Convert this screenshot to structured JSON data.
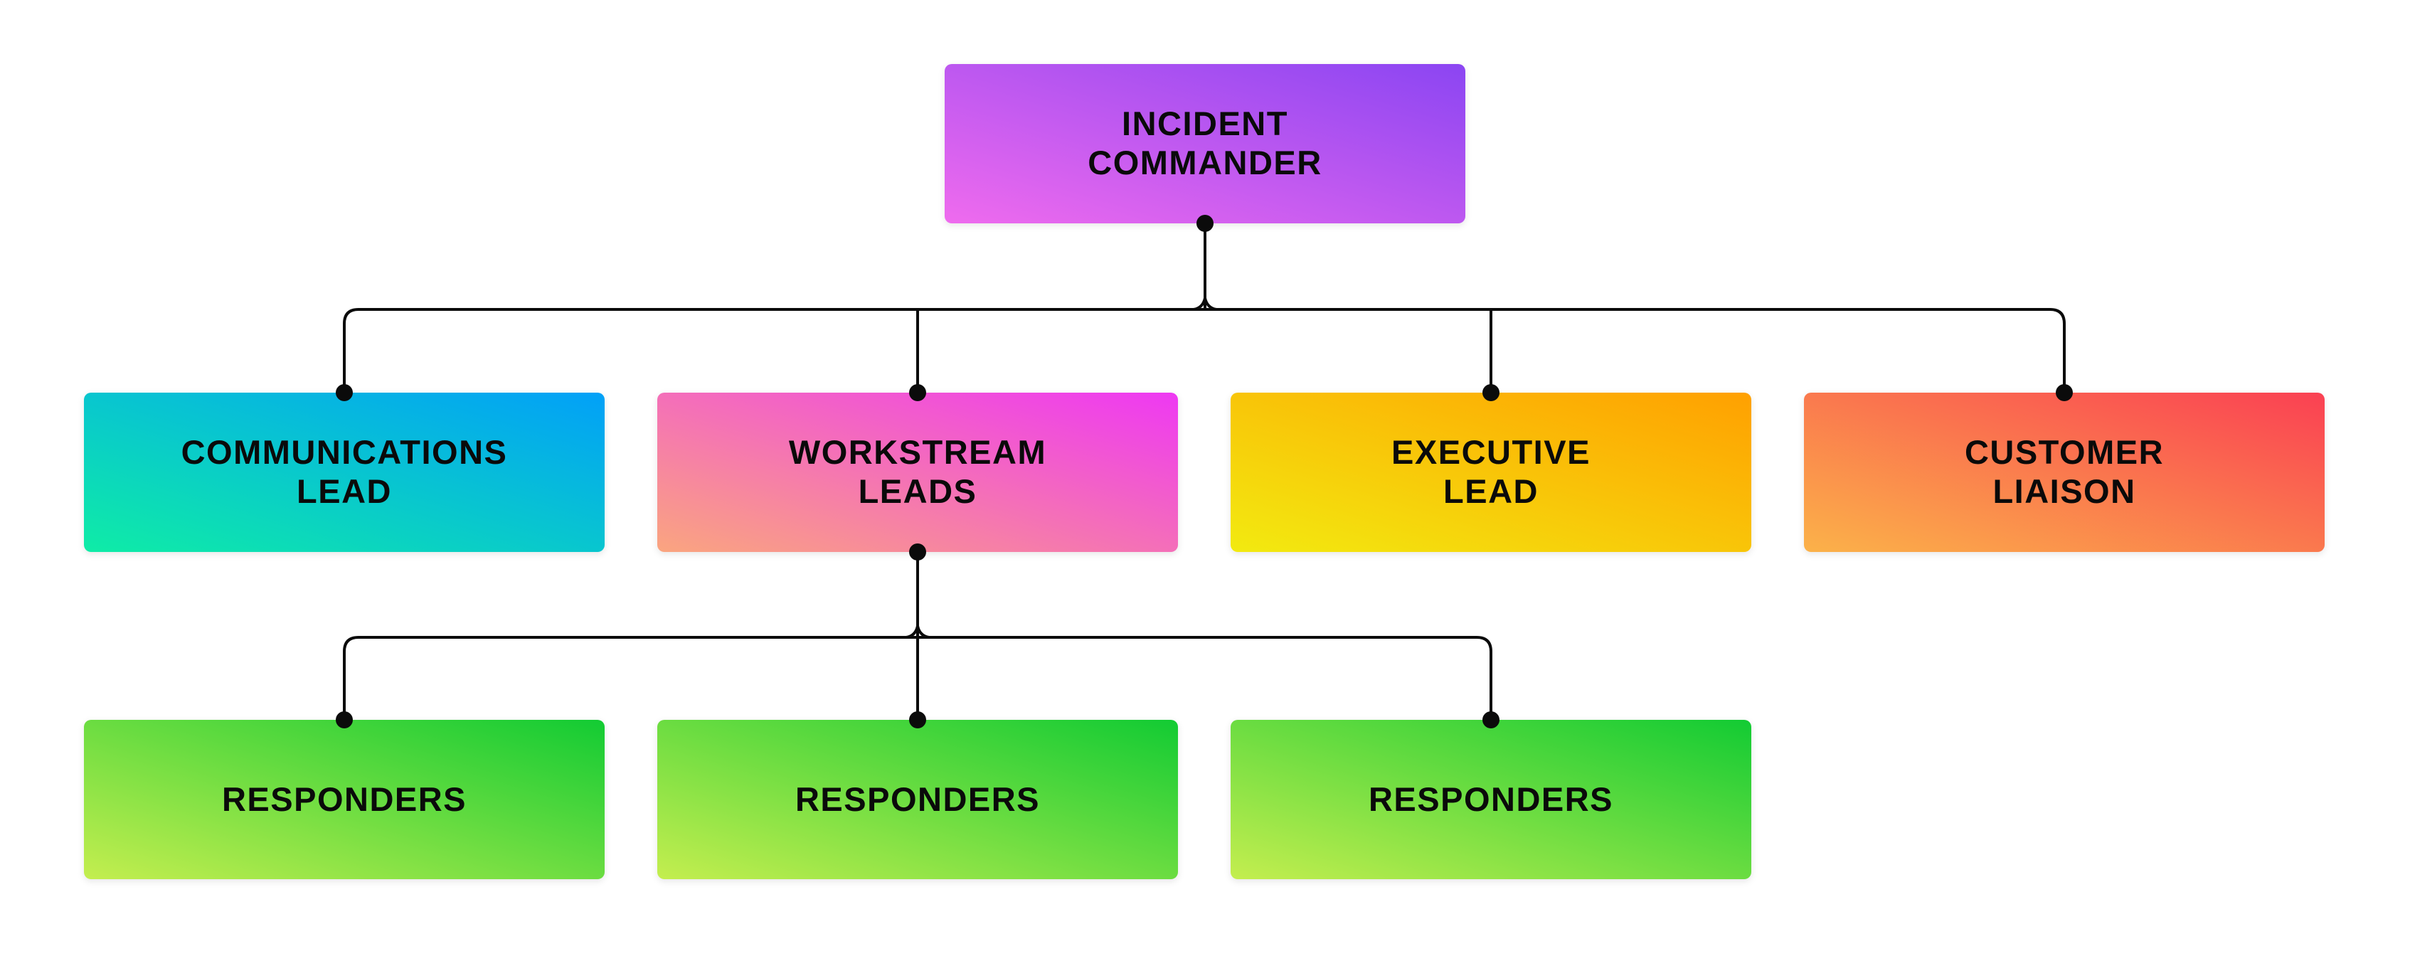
{
  "diagram": {
    "background": "#ffffff",
    "connector_color": "#0b0b0b",
    "dot_color": "#0b0b0b",
    "text_color": "#0a0a0a",
    "nodes": [
      {
        "id": "incident-commander",
        "label": "INCIDENT\nCOMMANDER",
        "level": "root",
        "gradient_from": "#ef6bee",
        "gradient_to": "#8b45f2"
      },
      {
        "id": "communications-lead",
        "label": "COMMUNICATIONS\nLEAD",
        "level": "lead",
        "gradient_from": "#0feca6",
        "gradient_to": "#02a0f8"
      },
      {
        "id": "workstream-leads",
        "label": "WORKSTREAM\nLEADS",
        "level": "lead",
        "gradient_from": "#faa57f",
        "gradient_to": "#ee38f3"
      },
      {
        "id": "executive-lead",
        "label": "EXECUTIVE\nLEAD",
        "level": "lead",
        "gradient_from": "#f2ea10",
        "gradient_to": "#ffa001"
      },
      {
        "id": "customer-liaison",
        "label": "CUSTOMER\nLIAISON",
        "level": "lead",
        "gradient_from": "#fbb249",
        "gradient_to": "#fa4053"
      },
      {
        "id": "responders-1",
        "label": "RESPONDERS",
        "level": "responder",
        "gradient_from": "#c4ee4f",
        "gradient_to": "#12cb33"
      },
      {
        "id": "responders-2",
        "label": "RESPONDERS",
        "level": "responder",
        "gradient_from": "#c4ee4f",
        "gradient_to": "#12cb33"
      },
      {
        "id": "responders-3",
        "label": "RESPONDERS",
        "level": "responder",
        "gradient_from": "#c4ee4f",
        "gradient_to": "#12cb33"
      }
    ],
    "edges": [
      {
        "from": "incident-commander",
        "to": "communications-lead"
      },
      {
        "from": "incident-commander",
        "to": "workstream-leads"
      },
      {
        "from": "incident-commander",
        "to": "executive-lead"
      },
      {
        "from": "incident-commander",
        "to": "customer-liaison"
      },
      {
        "from": "workstream-leads",
        "to": "responders-1"
      },
      {
        "from": "workstream-leads",
        "to": "responders-2"
      },
      {
        "from": "workstream-leads",
        "to": "responders-3"
      }
    ]
  }
}
